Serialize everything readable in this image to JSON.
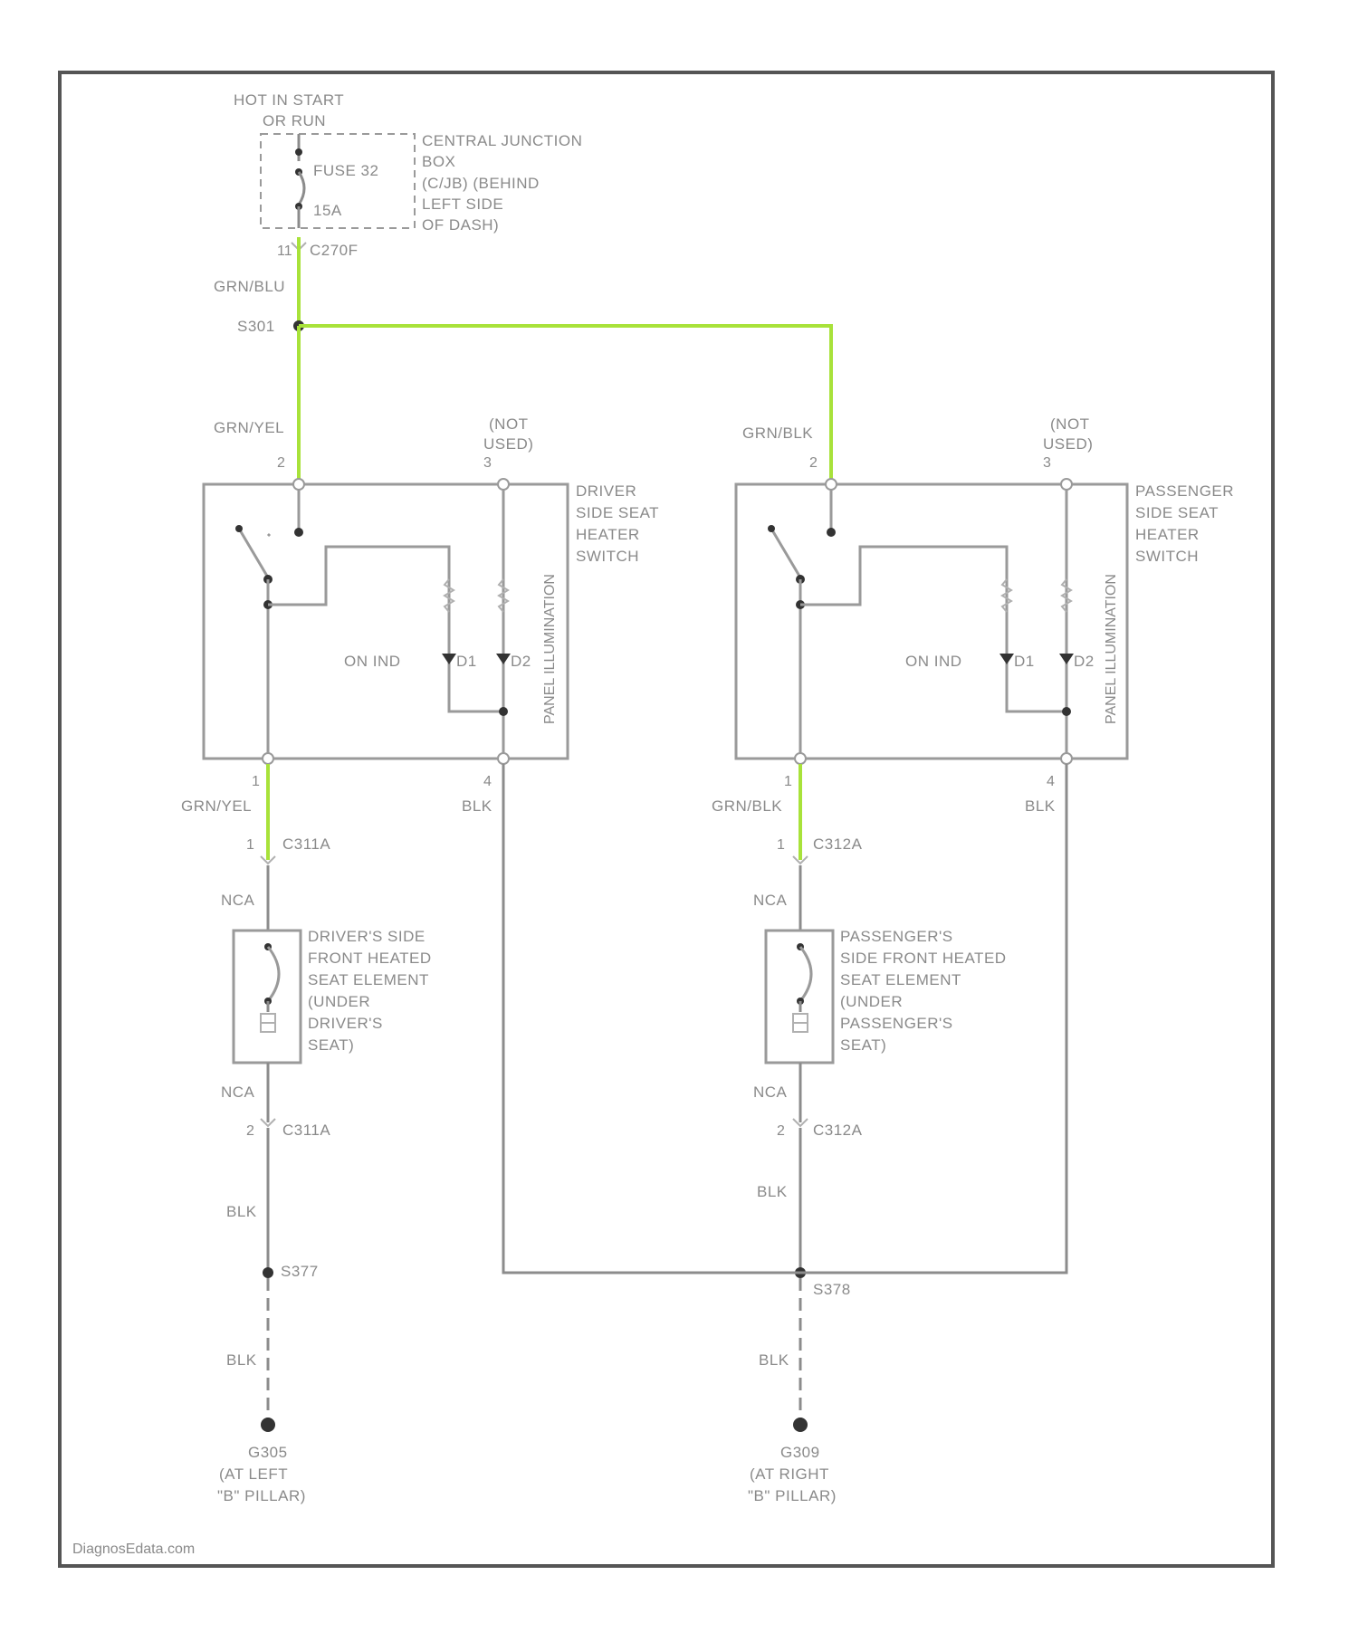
{
  "power_source": {
    "hot_label": [
      "HOT IN START",
      "OR RUN"
    ],
    "fuse_label": "FUSE 32",
    "fuse_rating": "15A",
    "junction_box": [
      "CENTRAL JUNCTION",
      "BOX",
      "(C/JB) (BEHIND",
      "LEFT SIDE",
      "OF DASH)"
    ],
    "connector": "C270F",
    "connector_pin": "11"
  },
  "splice_top": {
    "wire": "GRN/BLU",
    "splice": "S301"
  },
  "driver_switch": {
    "name": [
      "DRIVER",
      "SIDE SEAT",
      "HEATER",
      "SWITCH"
    ],
    "pin2_wire": "GRN/YEL",
    "pin2": "2",
    "pin3": "3",
    "pin3_label": [
      "(NOT",
      "USED)"
    ],
    "on_ind": "ON IND",
    "d1": "D1",
    "d2": "D2",
    "illum": "PANEL ILLUMINATION",
    "pin1": "1",
    "pin1_wire": "GRN/YEL",
    "pin4": "4",
    "pin4_wire": "BLK"
  },
  "passenger_switch": {
    "name": [
      "PASSENGER",
      "SIDE SEAT",
      "HEATER",
      "SWITCH"
    ],
    "pin2_wire": "GRN/BLK",
    "pin2": "2",
    "pin3": "3",
    "pin3_label": [
      "(NOT",
      "USED)"
    ],
    "on_ind": "ON IND",
    "d1": "D1",
    "d2": "D2",
    "illum": "PANEL ILLUMINATION",
    "pin1": "1",
    "pin1_wire": "GRN/BLK",
    "pin4": "4",
    "pin4_wire": "BLK"
  },
  "driver_element": {
    "conn_top": "C311A",
    "conn_top_pin": "1",
    "wire_top": "NCA",
    "name": [
      "DRIVER'S SIDE",
      "FRONT HEATED",
      "SEAT ELEMENT",
      "(UNDER",
      "DRIVER'S",
      "SEAT)"
    ],
    "wire_bottom": "NCA",
    "conn_bottom": "C311A",
    "conn_bottom_pin": "2",
    "wire_blk": "BLK",
    "splice": "S377",
    "wire_ground": "BLK",
    "ground": [
      "G305",
      "(AT LEFT",
      "\"B\" PILLAR)"
    ]
  },
  "passenger_element": {
    "conn_top": "C312A",
    "conn_top_pin": "1",
    "wire_top": "NCA",
    "name": [
      "PASSENGER'S",
      "SIDE FRONT HEATED",
      "SEAT ELEMENT",
      "(UNDER",
      "PASSENGER'S",
      "SEAT)"
    ],
    "wire_bottom": "NCA",
    "conn_bottom": "C312A",
    "conn_bottom_pin": "2",
    "wire_blk": "BLK",
    "splice": "S378",
    "wire_ground": "BLK",
    "ground": [
      "G309",
      "(AT RIGHT",
      "\"B\" PILLAR)"
    ]
  },
  "footer": {
    "watermark": "DiagnosEdata.com"
  },
  "colors": {
    "power_wire": "#a8e23a",
    "wire": "#8c8c8c",
    "frame": "#555555"
  }
}
